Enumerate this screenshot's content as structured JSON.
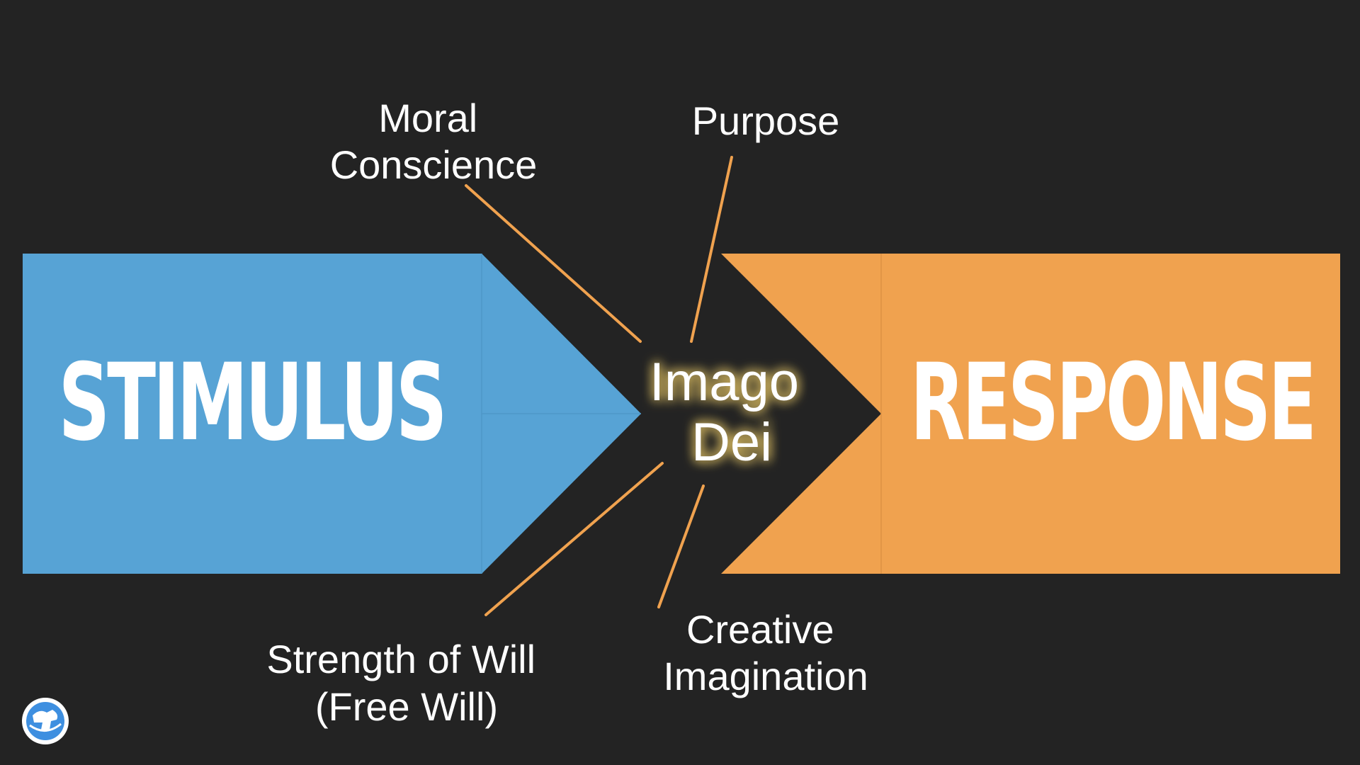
{
  "diagram": {
    "stimulus_label": "STIMULUS",
    "response_label": "RESPONSE",
    "center_line1": "Imago",
    "center_line2": "Dei",
    "moral_line1": "Moral",
    "moral_line2": "Conscience",
    "purpose": "Purpose",
    "will_line1": "Strength of Will",
    "will_line2": "(Free Will)",
    "creative_line1": "Creative",
    "creative_line2": "Imagination"
  },
  "colors": {
    "background": "#232323",
    "stimulus": "#57a3d5",
    "response": "#f0a24f",
    "connector": "#f0a24f",
    "text": "#ffffff",
    "glow": "#f6d36a"
  },
  "icons": {
    "logo": "globe-badge-icon"
  }
}
